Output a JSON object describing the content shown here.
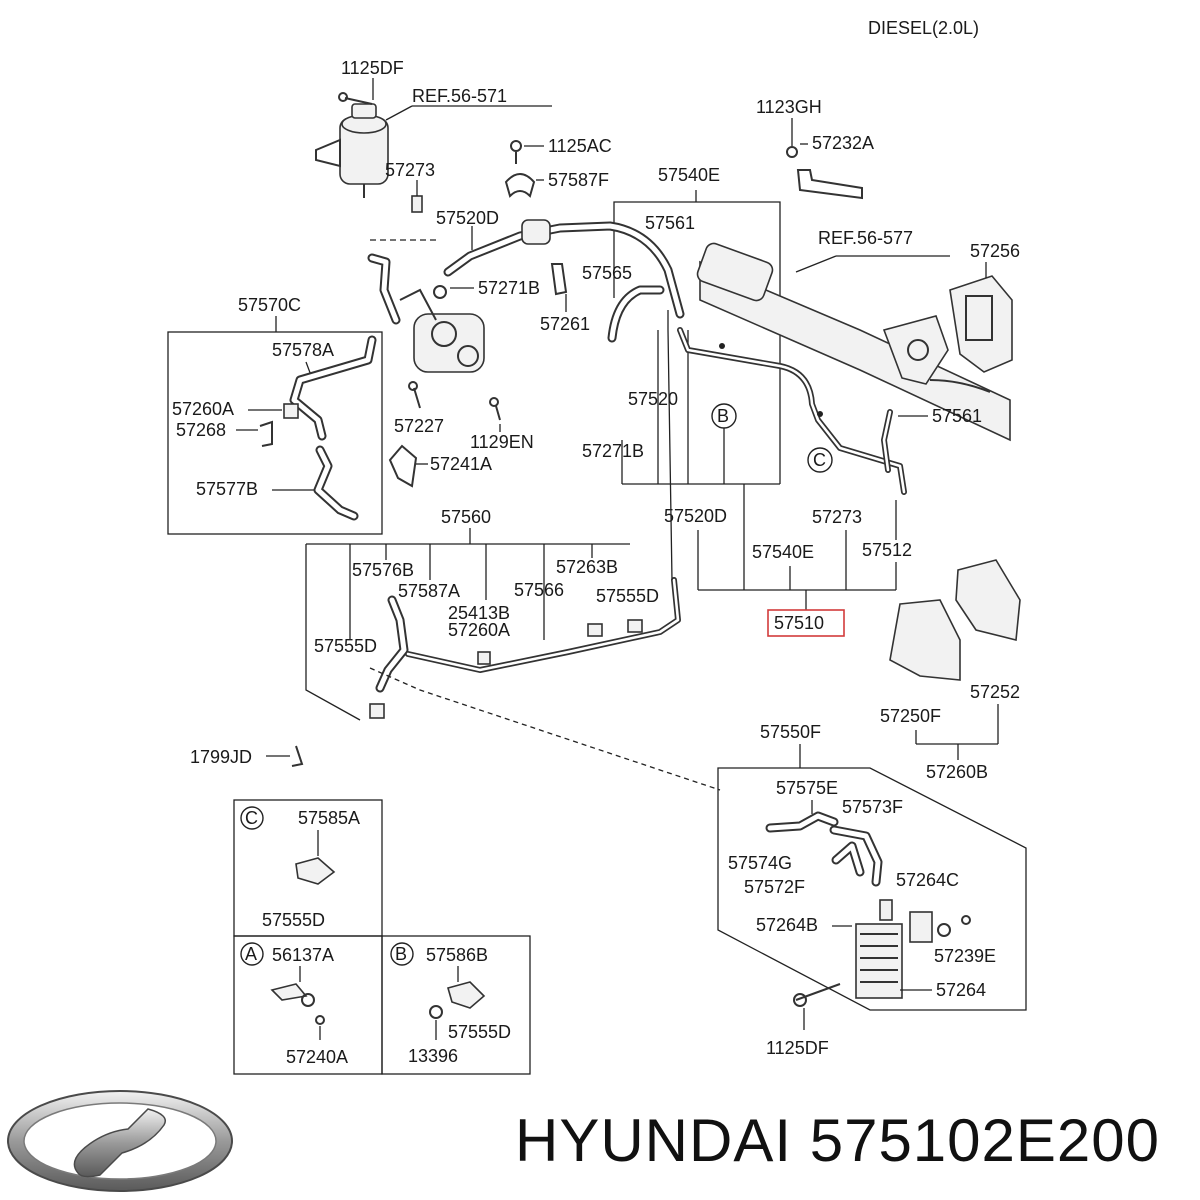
{
  "header": {
    "engine": "DIESEL(2.0L)"
  },
  "brand": {
    "name": "HYUNDAI 575102E200"
  },
  "refs": {
    "top": "REF.56-571",
    "right": "REF.56-577"
  },
  "parts": {
    "p1125DF_top": "1125DF",
    "p57273_top": "57273",
    "p1125AC": "1125AC",
    "p57587F": "57587F",
    "p57540E_top": "57540E",
    "p1123GH": "1123GH",
    "p57232A": "57232A",
    "p57520D_top": "57520D",
    "p57561_top": "57561",
    "p57256": "57256",
    "p57565": "57565",
    "p57271B_top": "57271B",
    "p57570C": "57570C",
    "p57261": "57261",
    "p57578A": "57578A",
    "p57260A_left": "57260A",
    "p57268": "57268",
    "p57227": "57227",
    "p57520": "57520",
    "p57561_right": "57561",
    "p1129EN": "1129EN",
    "p57271B_mid": "57271B",
    "p57241A": "57241A",
    "p57577B": "57577B",
    "p57560": "57560",
    "p57520D_mid": "57520D",
    "p57273_mid": "57273",
    "p57540E_mid": "57540E",
    "p57512": "57512",
    "p57576B": "57576B",
    "p57587A": "57587A",
    "p57263B": "57263B",
    "p57566": "57566",
    "p25413B": "25413B",
    "p57555D_right": "57555D",
    "p57260A_mid": "57260A",
    "p57510": "57510",
    "p57555D_left": "57555D",
    "p57252": "57252",
    "p57250F": "57250F",
    "p57550F": "57550F",
    "p1799JD": "1799JD",
    "p57260B": "57260B",
    "p57575E": "57575E",
    "p57573F": "57573F",
    "p57574G": "57574G",
    "p57572F": "57572F",
    "p57264C": "57264C",
    "p57264B": "57264B",
    "p57239E": "57239E",
    "p57264": "57264",
    "p1125DF_bottom": "1125DF",
    "p57585A": "57585A",
    "p57555D_boxC": "57555D",
    "p56137A": "56137A",
    "p57586B": "57586B",
    "p57555D_boxB": "57555D",
    "p57240A": "57240A",
    "p13396": "13396"
  },
  "markers": {
    "A": "A",
    "B": "B",
    "C": "C"
  },
  "colors": {
    "ink": "#1a1a1a",
    "highlight": "#d23b3b"
  }
}
